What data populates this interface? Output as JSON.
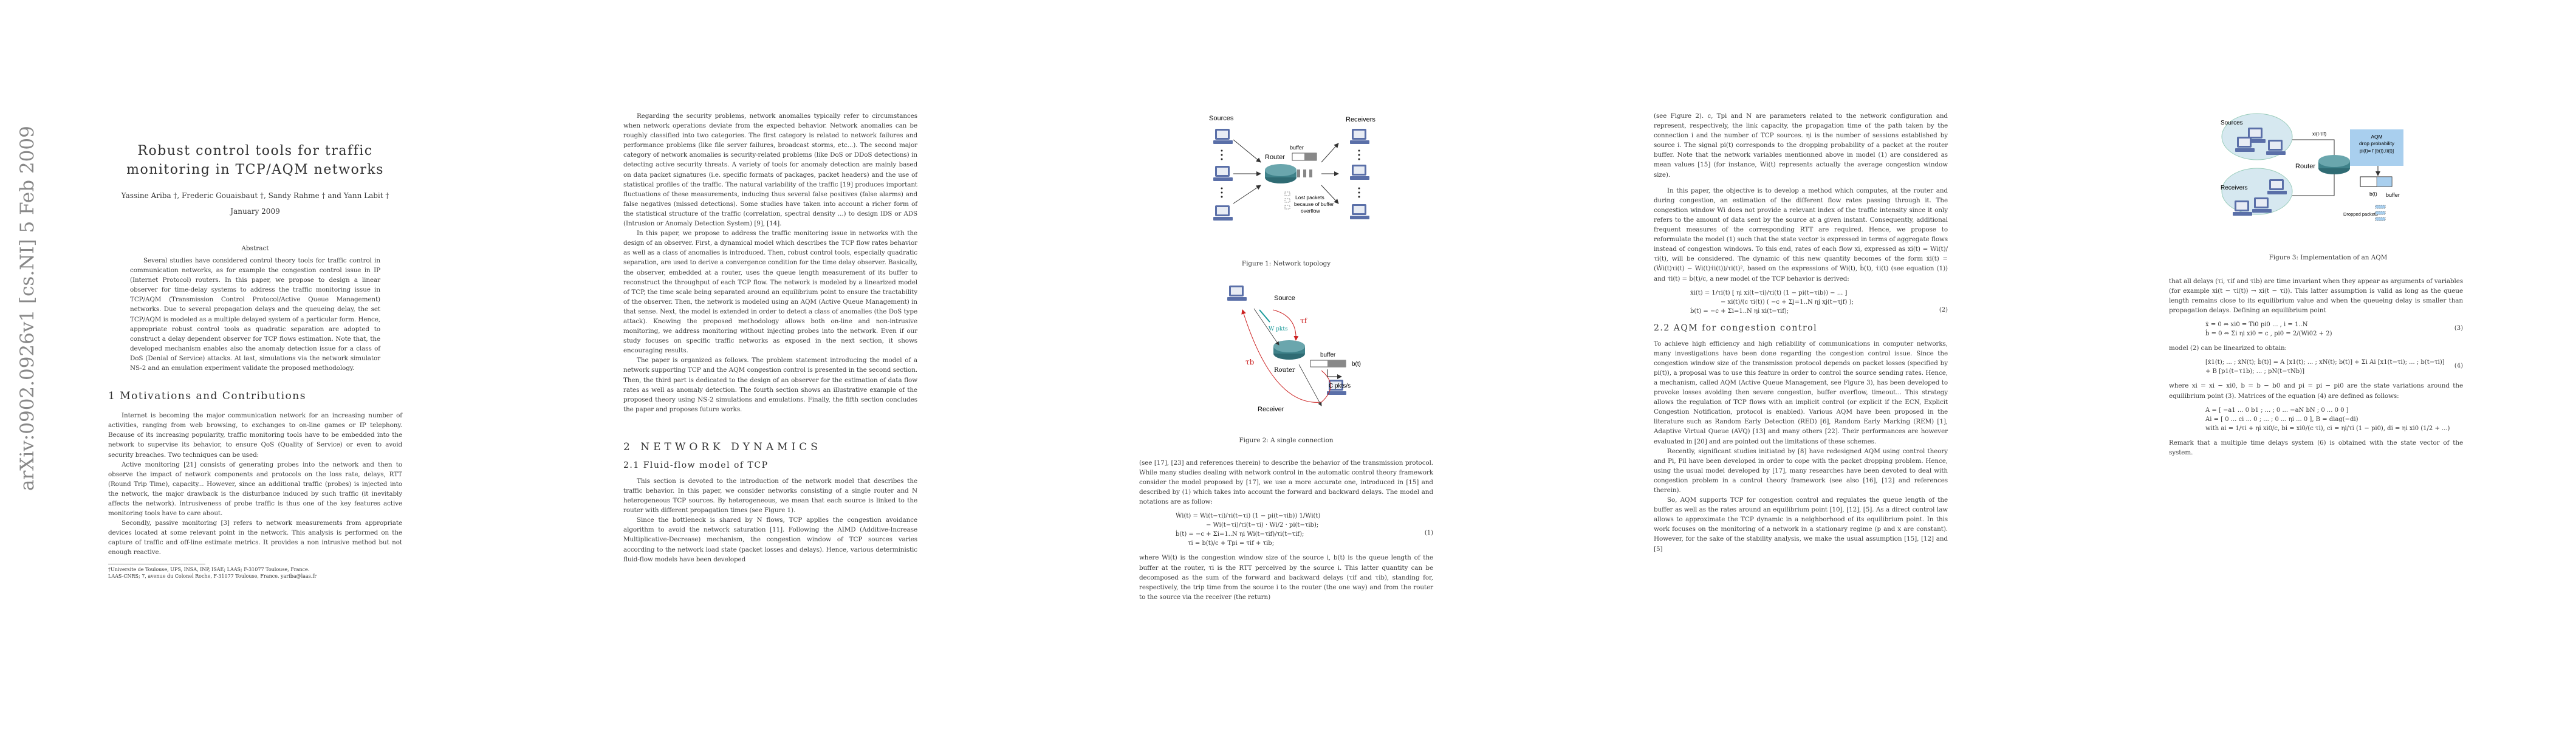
{
  "page1": {
    "arxiv_stamp": "arXiv:0902.0926v1  [cs.NI]  5 Feb 2009",
    "title_line1": "Robust control tools for traffic",
    "title_line2": "monitoring in TCP/AQM networks",
    "authors": "Yassine Ariba †, Frederic Gouaisbaut †, Sandy Rahme † and Yann Labit †",
    "date": "January 2009",
    "abstract_heading": "Abstract",
    "abstract": "Several studies have considered control theory tools for traffic control in communication networks, as for example the congestion control issue in IP (Internet Protocol) routers. In this paper, we propose to design a linear observer for time-delay systems to address the traffic monitoring issue in TCP/AQM (Transmission Control Protocol/Active Queue Management) networks. Due to several propagation delays and the queueing delay, the set TCP/AQM is modeled as a multiple delayed system of a particular form. Hence, appropriate robust control tools as quadratic separation are adopted to construct a delay dependent observer for TCP flows estimation. Note that, the developed mechanism enables also the anomaly detection issue for a class of DoS (Denial of Service) attacks. At last, simulations via the network simulator NS-2 and an emulation experiment validate the proposed methodology.",
    "section1_heading": "1   Motivations and Contributions",
    "section1_paragraphs": [
      "Internet is becoming the major communication network for an increasing number of activities, ranging from web browsing, to exchanges to on-line games or IP telephony. Because of its increasing popularity, traffic monitoring tools have to be embedded into the network to supervise its behavior, to ensure QoS (Quality of Service) or even to avoid security breaches. Two techniques can be used:",
      "Active monitoring [21] consists of generating probes into the network and then to observe the impact of network components and protocols on the loss rate, delays, RTT (Round Trip Time), capacity... However, since an additional traffic (probes) is injected into the network, the major drawback is the disturbance induced by such traffic (it inevitably affects the network). Intrusiveness of probe traffic is thus one of the key features active monitoring tools have to care about.",
      "Secondly, passive monitoring [3] refers to network measurements from appropriate devices located at some relevant point in the network. This analysis is performed on the capture of traffic and off-line estimate metrics. It provides a non intrusive method but not enough reactive."
    ],
    "footnote_line1": "†Universite de Toulouse, UPS, INSA, INP, ISAE; LAAS; F-31077 Toulouse, France.",
    "footnote_line2": "LAAS-CNRS; 7, avenue du Colonel Roche, F-31077 Toulouse, France. yariba@laas.fr"
  },
  "page2": {
    "paragraphs_a": [
      "Regarding the security problems, network anomalies typically refer to circumstances when network operations deviate from the expected behavior. Network anomalies can be roughly classified into two categories. The first category is related to network failures and performance problems (like file server failures, broadcast storms, etc...). The second major category of network anomalies is security-related problems (like DoS or DDoS detections) in detecting active security threats. A variety of tools for anomaly detection are mainly based on data packet signatures (i.e. specific formats of packages, packet headers) and the use of statistical profiles of the traffic. The natural variability of the traffic [19] produces important fluctuations of these measurements, inducing thus several false positives (false alarms) and false negatives (missed detections). Some studies have taken into account a richer form of the statistical structure of the traffic (correlation, spectral density ...) to design IDS or ADS (Intrusion or Anomaly Detection System) [9], [14].",
      "In this paper, we propose to address the traffic monitoring issue in networks with the design of an observer. First, a dynamical model which describes the TCP flow rates behavior as well as a class of anomalies is introduced. Then, robust control tools, especially quadratic separation, are used to derive a convergence condition for the time delay observer. Basically, the observer, embedded at a router, uses the queue length measurement of its buffer to reconstruct the throughput of each TCP flow. The network is modeled by a linearized model of TCP, the time scale being separated around an equilibrium point to ensure the tractability of the observer. Then, the network is modeled using an AQM (Active Queue Management) in that sense. Next, the model is extended in order to detect a class of anomalies (the DoS type attack). Knowing the proposed methodology allows both on-line and non-intrusive monitoring, we address monitoring without injecting probes into the network. Even if our study focuses on specific traffic networks as exposed in the next section, it shows encouraging results.",
      "The paper is organized as follows. The problem statement introducing the model of a network supporting TCP and the AQM congestion control is presented in the second section. Then, the third part is dedicated to the design of an observer for the estimation of data flow rates as well as anomaly detection. The fourth section shows an illustrative example of the proposed theory using NS-2 simulations and emulations. Finally, the fifth section concludes the paper and proposes future works."
    ],
    "section2_heading": "2   NETWORK DYNAMICS",
    "section21_heading": "2.1   Fluid-flow model of TCP",
    "paragraphs_b": [
      "This section is devoted to the introduction of the network model that describes the traffic behavior. In this paper, we consider networks consisting of a single router and N heterogeneous TCP sources. By heterogeneous, we mean that each source is linked to the router with different propagation times (see Figure 1).",
      "Since the bottleneck is shared by N flows, TCP applies the congestion avoidance algorithm to avoid the network saturation [11]. Following the AIMD (Additive-Increase Multiplicative-Decrease) mechanism, the congestion window of TCP sources varies according to the network load state (packet losses and delays). Hence, various deterministic fluid-flow models have been developed"
    ]
  },
  "page3": {
    "figure1": {
      "sources_label": "Sources",
      "receivers_label": "Receivers",
      "router_label": "Router",
      "buffer_label": "buffer",
      "lost_label_1": "Lost packets",
      "lost_label_2": "because of buffer",
      "lost_label_3": "overflow",
      "caption": "Figure 1: Network topology"
    },
    "figure2": {
      "source_label": "Source",
      "w_pkts_label": "W pkts",
      "tau_f_label": "τf",
      "tau_b_label": "τb",
      "router_label": "Router",
      "buffer_label": "buffer",
      "bt_label": "b(t)",
      "capacity_label": "C pkts/s",
      "receiver_label": "Receiver",
      "caption": "Figure 2: A single connection"
    },
    "paragraph_a": "(see [17], [23] and references therein) to describe the behavior of the transmission protocol. While many studies dealing with network control in the automatic control theory framework consider the model proposed by [17], we use a more accurate one, introduced in [15] and described by (1) which takes into account the forward and backward delays. The model and notations are as follow:",
    "equation1_line1": "Ẇi(t) = Wi(t−τi)/τi(t−τi) (1 − pi(t−τib)) 1/Wi(t)",
    "equation1_line2": "− Wi(t−τi)/τi(t−τi) · Wi/2 · pi(t−τib);",
    "equation1_line3": "ḃ(t) = −c + Σi=1..N ηi Wi(t−τif)/τi(t−τif);",
    "equation1_line4": "τi = b(t)/c + Tpi = τif + τib;",
    "equation1_number": "(1)",
    "paragraph_b": "where Wi(t) is the congestion window size of the source i, b(t) is the queue length of the buffer at the router, τi is the RTT perceived by the source i. This latter quantity can be decomposed as the sum of the forward and backward delays (τif and τib), standing for, respectively, the trip time from the source i to the router (the one way) and from the router to the source via the receiver (the return)"
  },
  "page4": {
    "paragraphs_a": [
      "(see Figure 2). c, Tpi and N are parameters related to the network configuration and represent, respectively, the link capacity, the propagation time of the path taken by the connection i and the number of TCP sources. ηi is the number of sessions established by source i. The signal pi(t) corresponds to the dropping probability of a packet at the router buffer. Note that the network variables mentionned above in model (1) are considered as mean values [15] (for instance, Wi(t) represents actually the average congestion window size).",
      "In this paper, the objective is to develop a method which computes, at the router and during congestion, an estimation of the different flow rates passing through it. The congestion window Wi does not provide a relevant index of the traffic intensity since it only refers to the amount of data sent by the source at a given instant. Consequently, additional frequent measures of the corresponding RTT are required. Hence, we propose to reformulate the model (1) such that the state vector is expressed in terms of aggregate flows instead of congestion windows. To this end, rates of each flow xi, expressed as xi(t) = Wi(t)/τi(t), will be considered. The dynamic of this new quantity becomes of the form ẋi(t) = (Ẇi(t)τi(t) − Wi(t)τ̇i(t))/τi(t)², based on the expressions of Ẇi(t), ḃ(t), τ̇i(t) (see equation (1)) and τ̇i(t) = ḃ(t)/c, a new model of the TCP behavior is derived:"
    ],
    "equation2_line1": "ẋi(t) = 1/τi(t) [ ηi xi(t−τi)/τi(t) (1 − pi(t−τib)) − ... ]",
    "equation2_line2": "− xi(t)/(c τi(t)) ( −c + Σj=1..N ηj xj(t−τjf) );",
    "equation2_line3": "ḃ(t) = −c + Σi=1..N ηi xi(t−τif);",
    "equation2_number": "(2)",
    "section22_heading": "2.2   AQM for congestion control",
    "paragraphs_b": [
      "To achieve high efficiency and high reliability of communications in computer networks, many investigations have been done regarding the congestion control issue. Since the congestion window size of the transmission protocol depends on packet losses (specified by pi(t)), a proposal was to use this feature in order to control the source sending rates. Hence, a mechanism, called AQM (Active Queue Management, see Figure 3), has been developed to provoke losses avoiding then severe congestion, buffer overflow, timeout... This strategy allows the regulation of TCP flows with an implicit control (or explicit if the ECN, Explicit Congestion Notification, protocol is enabled). Various AQM have been proposed in the literature such as Random Early Detection (RED) [6], Random Early Marking (REM) [1], Adaptive Virtual Queue (AVQ) [13] and many others [22]. Their performances are however evaluated in [20] and are pointed out the limitations of these schemes.",
      "Recently, significant studies initiated by [8] have redesigned AQM using control theory and Pi, Pil have been developed in order to cope with the packet dropping problem. Hence, using the usual model developed by [17], many researches have been devoted to deal with congestion problem in a control theory framework (see also [16], [12] and references therein).",
      "So, AQM supports TCP for congestion control and regulates the queue length of the buffer as well as the rates around an equilibrium point [10], [12], [5]. As a direct control law allows to approximate the TCP dynamic in a neighborhood of its equilibrium point. In this work focuses on the monitoring of a network in a stationary regime (p and x are constant). However, for the sake of the stability analysis, we make the usual assumption [15], [12] and [5]"
    ]
  },
  "page5": {
    "figure3": {
      "sources_label": "Sources",
      "receivers_label": "Receivers",
      "router_label": "Router",
      "x_label": "xi(t-τif)",
      "aqm_label": "AQM",
      "drop_prob_label": "drop probability",
      "formula_label": "pi(t)= f [b(t),τi(t)]",
      "bt_label": "b(t)",
      "buffer_label": "buffer",
      "dropped_label": "Dropped packets",
      "caption": "Figure 3: Implementation of an AQM"
    },
    "paragraph_a": "that all delays (τi, τif and τib) are time invariant when they appear as arguments of variables (for example xi(t − τi(t)) → xi(t − τi)). This latter assumption is valid as long as the queue length remains close to its equilibrium value and when the queueing delay is smaller than propagation delays. Defining an equilibrium point",
    "equation3_line1": "ẋ = 0 ⇔ xi0 = Ti0 pi0 ... ,    i = 1..N",
    "equation3_line2": "ḃ = 0 ⇔ Σi ηi xi0 = c ,      pi0 = 2/(Wi02 + 2)",
    "equation3_number": "(3)",
    "paragraph_b": "model (2) can be linearized to obtain:",
    "equation4_line1": "[ẋ1(t); ... ; ẋN(t); ḃ(t)] = A [x1(t); ... ; xN(t); b(t)] + Σi Ai [x1(t−τi); ... ; b(t−τi)] + B [p1(t−τ1b); ... ; pN(t−τNb)]",
    "equation4_number": "(4)",
    "paragraph_c": "where xi = xi − xi0, b = b − b0 and pi = pi − pi0 are the state variations around the equilibrium point (3). Matrices of the equation (4) are defined as follows:",
    "equation5_line1": "A = [ −a1 ... 0  b1 ; ... ; 0 ... −aN bN ; 0 ... 0 0 ]",
    "equation5_line2": "Ai = [ 0 ... ci ... 0 ; ... ; 0 ... ηi ... 0 ],   B = diag(−di)",
    "equation5_line3": "with ai = 1/τi + ηi xi0/c,  bi = xi0/(c τi),  ci = ηi/τi (1 − pi0),  di = ηi xi0 (1/2 + ...)",
    "paragraph_d": "Remark that a multiple time delays system (6) is obtained with the state vector of the system."
  }
}
